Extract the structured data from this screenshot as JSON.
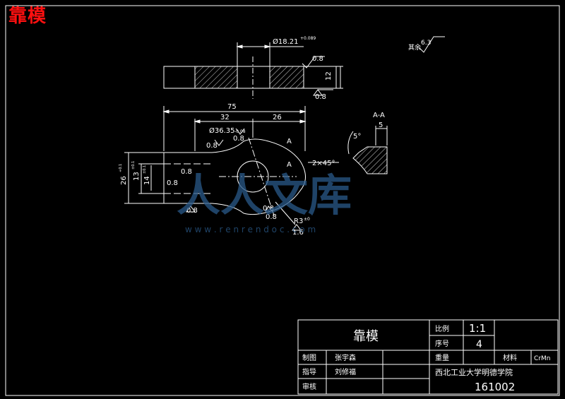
{
  "header": {
    "title": "靠模"
  },
  "drawing": {
    "top_view": {
      "diameter_dim": "Ø18.21",
      "diameter_tol": "+0.089",
      "roughness_1": "0.8",
      "roughness_2": "0.8",
      "thickness": "12"
    },
    "front_view": {
      "overall_length": "75",
      "len_left": "32",
      "len_right": "26",
      "hole_dim": "Ø36.35",
      "hole_tol": "-0.08",
      "rough_a": "0.8",
      "rough_b": "0.8",
      "rough_c": "0.8",
      "rough_d": "0.8",
      "rough_e": "0.8",
      "rough_f": "0.8",
      "rough_g": "0.8",
      "rough_h": "1.6",
      "label_a1": "A",
      "label_a2": "A",
      "chamfer": "2×45°",
      "radius": "R3",
      "radius_tol": "±0",
      "height_26": "26",
      "height_26_tol": "+0.1",
      "height_13": "13",
      "height_13_tol": "±0.1",
      "height_14": "14",
      "height_14_tol": "±0.1"
    },
    "section": {
      "title": "A-A",
      "dim_5": "5",
      "angle": "5°"
    },
    "general_roughness": {
      "label": "其余",
      "value": "6.3"
    },
    "watermark": {
      "brand": "人人文库",
      "url": "w w w . r e n r e n d o c . c o m"
    }
  },
  "title_block": {
    "part_name": "靠模",
    "scale_label": "比例",
    "scale_value": "1:1",
    "seq_label": "序号",
    "seq_value": "4",
    "weight_label": "重量",
    "material_label": "材料",
    "material_value": "CrMn",
    "drawn_label": "制图",
    "drawn_name": "张宇森",
    "guide_label": "指导",
    "guide_name": "刘修福",
    "review_label": "审核",
    "school": "西北工业大学明德学院",
    "drawing_no": "161002"
  },
  "colors": {
    "line": "#ffffff",
    "dim": "#ffffff",
    "accent": "#ff1010",
    "watermark": "#2a5a8a"
  }
}
